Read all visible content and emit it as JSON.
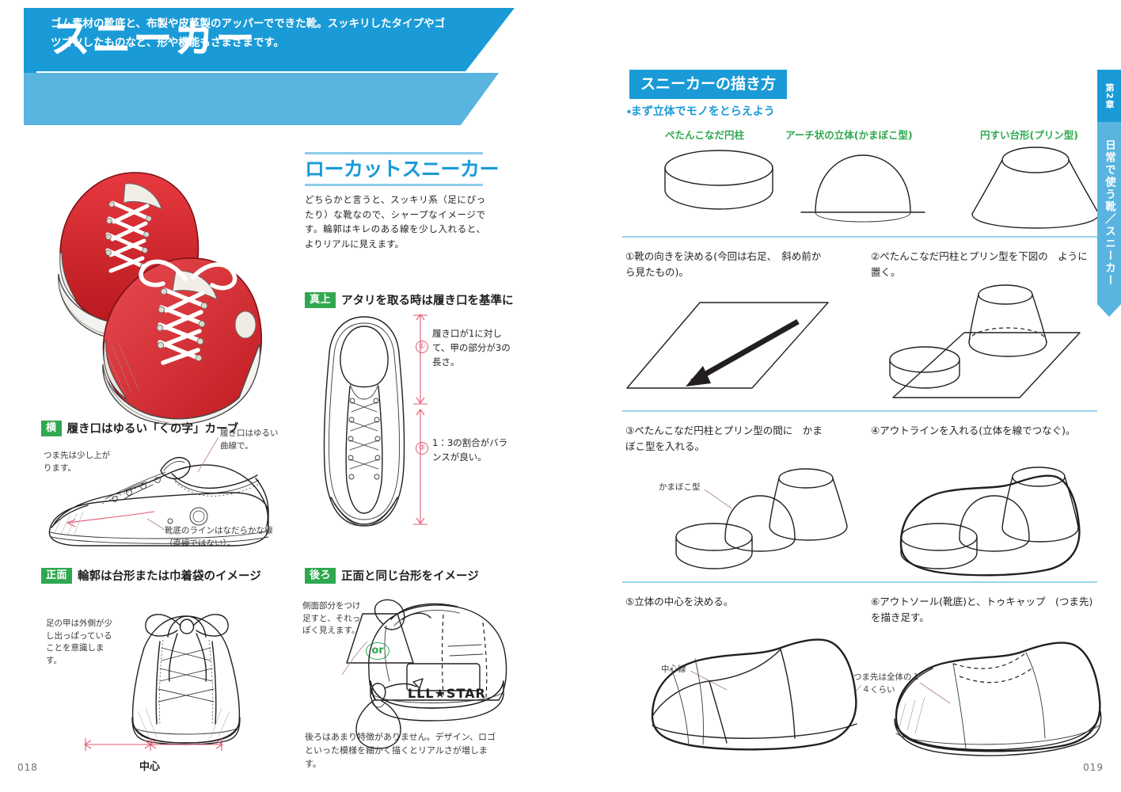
{
  "left_page": {
    "page_number": "018",
    "header": {
      "title": "スニーカー",
      "description": "ゴム素材の靴底と、布製や皮革製のアッパーでできた靴。スッキリしたタイプやゴツゴツしたものなど、形や機能もさまざまです。"
    },
    "lowcut": {
      "title": "ローカットスニーカー",
      "body": "どちらかと言うと、スッキリ系（足にぴったり）な靴なので、シャープなイメージです。輪郭はキレのある線を少し入れると、よりリアルに見えます。"
    },
    "top_view": {
      "tag": "真上",
      "heading": "アタリを取る時は履き口を基準に",
      "note1_number": "①",
      "note1": "履き口が1に対して、甲の部分が3の長さ。",
      "note2_number": "③",
      "note2": "1：3の割合がバランスが良い。"
    },
    "side_view": {
      "tag": "横",
      "heading": "履き口はゆるい「くの字」カーブ",
      "note_toe": "つま先は少し上がります。",
      "note_collar": "履き口はゆるい曲線で。",
      "note_sole": "靴底のラインはなだらかな線（直線ではない）。"
    },
    "front_view": {
      "tag": "正面",
      "heading": "輪郭は台形または巾着袋のイメージ",
      "note_instep": "足の甲は外側が少し出っぱっていることを意識します。",
      "or_label": "or",
      "center_label": "中心"
    },
    "back_view": {
      "tag": "後ろ",
      "heading": "正面と同じ台形をイメージ",
      "note_side": "側面部分をつけ足すと、それっぽく見えます。",
      "logo_text": "LLL★STAR",
      "caption": "後ろはあまり特徴がありません。デザイン、ロゴといった模様を細かく描くとリアルさが増します。"
    }
  },
  "right_page": {
    "page_number": "019",
    "section_title": "スニーカーの描き方",
    "subtitle": "・まず立体でモノをとらえよう",
    "shapes": [
      {
        "label": "ぺたんこなだ円柱"
      },
      {
        "label": "アーチ状の立体(かまぼこ型)"
      },
      {
        "label": "円すい台形(プリン型)"
      }
    ],
    "steps": [
      {
        "number": "①",
        "text": "①靴の向きを決める(今回は右足、　斜め前から見たもの)。"
      },
      {
        "number": "②",
        "text": "②ぺたんこなだ円柱とプリン型を下図の　ように置く。"
      },
      {
        "number": "③",
        "text": "③ぺたんこなだ円柱とプリン型の間に　かまぼこ型を入れる。",
        "callout": "かまぼこ型"
      },
      {
        "number": "④",
        "text": "④アウトラインを入れる(立体を線でつなぐ)。"
      },
      {
        "number": "⑤",
        "text": "⑤立体の中心を決める。",
        "callout": "中心線"
      },
      {
        "number": "⑥",
        "text": "⑥アウトソール(靴底)と、トゥキャップ　(つま先)を描き足す。",
        "callout": "つま先は全体の１／４くらい"
      }
    ],
    "side_tab": {
      "chapter": "第2章",
      "chapter_name": "日常で使う靴／スニーカー"
    }
  },
  "colors": {
    "brand_blue": "#1a9bd7",
    "light_blue": "#59b4e0",
    "green_tag": "#2fa84f",
    "pink_guide": "#e05a73",
    "sneaker_red": "#d8262c"
  }
}
